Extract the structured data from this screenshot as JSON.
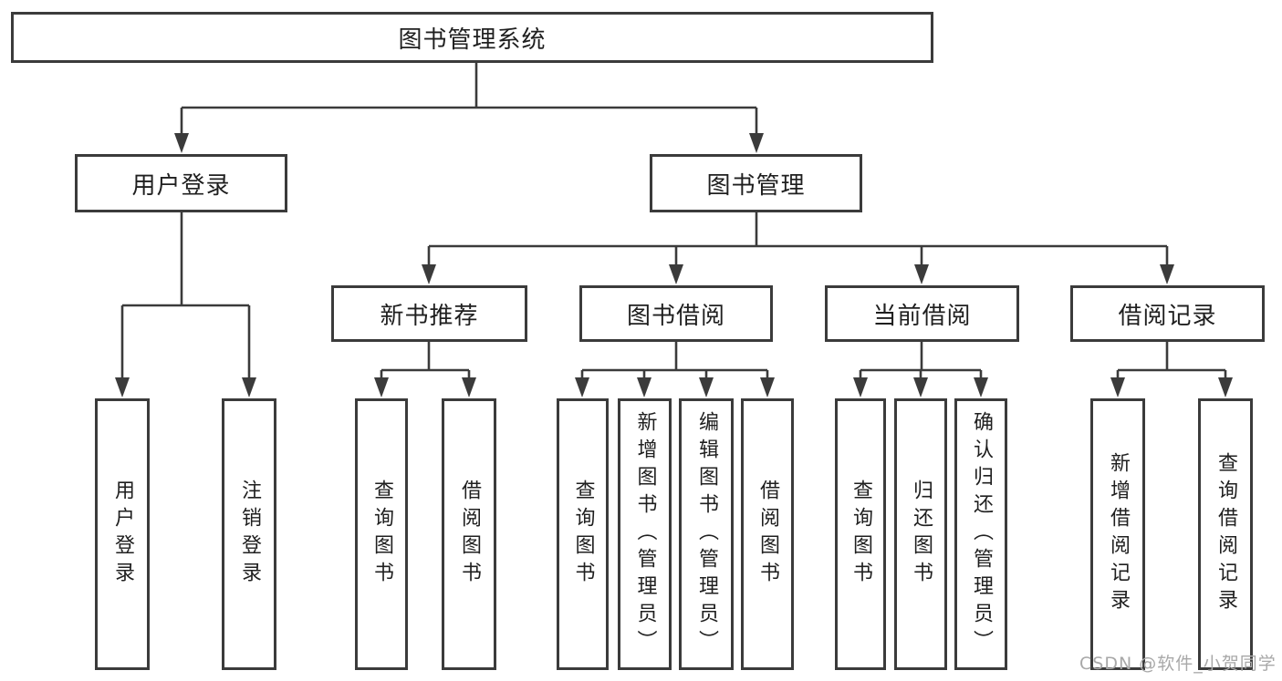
{
  "colors": {
    "background": "#ffffff",
    "line": "#3b3b3b",
    "box_border": "#3b3b3b",
    "text": "#1f1f1f",
    "watermark": "#a8a8a8"
  },
  "diagram": {
    "root": {
      "label": "图书管理系统"
    },
    "branches": [
      {
        "label": "用户登录",
        "parent": "图书管理系统"
      },
      {
        "label": "图书管理",
        "parent": "图书管理系统"
      }
    ],
    "modules": [
      {
        "label": "新书推荐",
        "parent": "图书管理"
      },
      {
        "label": "图书借阅",
        "parent": "图书管理"
      },
      {
        "label": "当前借阅",
        "parent": "图书管理"
      },
      {
        "label": "借阅记录",
        "parent": "图书管理"
      }
    ],
    "functions": [
      {
        "label": "用户登录",
        "parent": "用户登录"
      },
      {
        "label": "注销登录",
        "parent": "用户登录"
      },
      {
        "label": "查询图书",
        "parent": "新书推荐"
      },
      {
        "label": "借阅图书",
        "parent": "新书推荐"
      },
      {
        "label": "查询图书",
        "parent": "图书借阅"
      },
      {
        "label": "新增图书（管理员）",
        "parent": "图书借阅"
      },
      {
        "label": "编辑图书（管理员）",
        "parent": "图书借阅"
      },
      {
        "label": "借阅图书",
        "parent": "图书借阅"
      },
      {
        "label": "查询图书",
        "parent": "当前借阅"
      },
      {
        "label": "归还图书",
        "parent": "当前借阅"
      },
      {
        "label": "确认归还（管理员）",
        "parent": "当前借阅"
      },
      {
        "label": "新增借阅记录",
        "parent": "借阅记录"
      },
      {
        "label": "查询借阅记录",
        "parent": "借阅记录"
      }
    ]
  },
  "watermark": {
    "text": "CSDN @软件_小贺同学"
  }
}
